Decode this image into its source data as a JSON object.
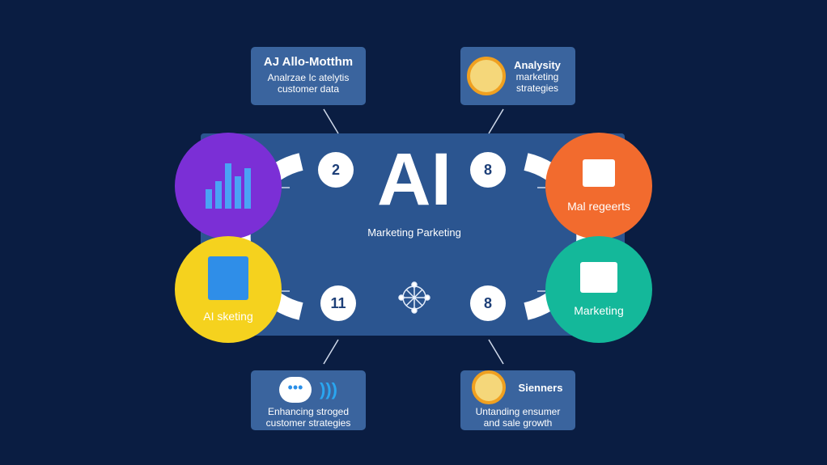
{
  "colors": {
    "background": "#0a1d42",
    "panel": "#2b5590",
    "purple": "#7b2fd6",
    "yellow": "#f5d21e",
    "orange": "#f26b2e",
    "teal": "#14b89a"
  },
  "center": {
    "title": "AI",
    "subtitle": "Marketing Parketing"
  },
  "numbers": [
    "2",
    "8",
    "11",
    "8"
  ],
  "top_left": {
    "title": "AJ Allo-Motthm",
    "text": "Analrzae Ic atelytis customer data"
  },
  "top_right": {
    "title": "Analysity",
    "text": "marketing strategies",
    "icon": "chart-globe-icon"
  },
  "bottom_left": {
    "text": "Enhancing stroged customer strategies",
    "icon": "chat-bubble-icon"
  },
  "bottom_right": {
    "title": "Sienners",
    "text": "Untanding ensumer and sale growth",
    "icon": "chart-globe-icon"
  },
  "circles": {
    "purple": {
      "icon": "bar-chart-icon"
    },
    "yellow": {
      "label": "AI sketing",
      "icon": "document-chart-icon"
    },
    "orange": {
      "label": "Mal regeerts",
      "icon": "report-icon"
    },
    "teal": {
      "label": "Marketing",
      "icon": "dashboard-icon"
    }
  }
}
